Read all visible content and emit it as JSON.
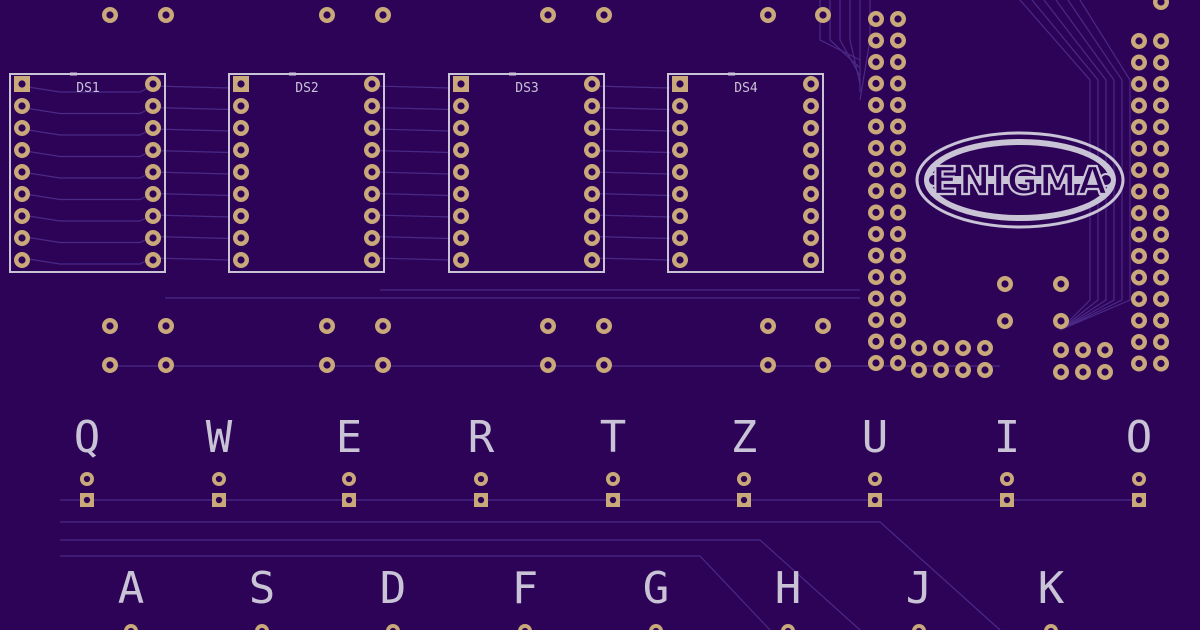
{
  "colors": {
    "board": "#2d0358",
    "silkscreen": "#c9c3d6",
    "pad_ring": "#c9a87a",
    "pad_hole": "#2d0358",
    "trace": "#4a2a86"
  },
  "displays": [
    {
      "label": "DS1"
    },
    {
      "label": "DS2"
    },
    {
      "label": "DS3"
    },
    {
      "label": "DS4"
    }
  ],
  "logo": {
    "text": "ENIGMA",
    "icon": "enigma-logo-icon"
  },
  "keyboard": {
    "row1": [
      "Q",
      "W",
      "E",
      "R",
      "T",
      "Z",
      "U",
      "I",
      "O"
    ],
    "row2": [
      "A",
      "S",
      "D",
      "F",
      "G",
      "H",
      "J",
      "K"
    ]
  }
}
